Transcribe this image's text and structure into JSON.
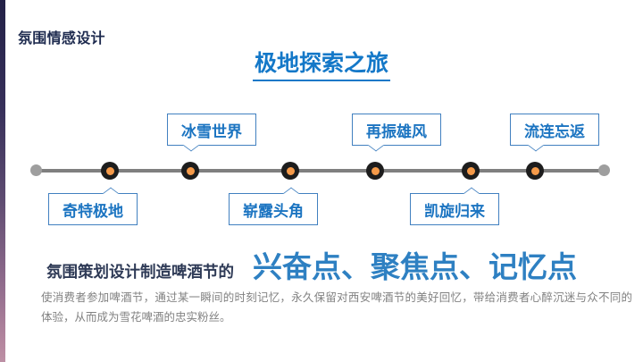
{
  "slide": {
    "header": "氛围情感设计",
    "title": "极地探索之旅"
  },
  "timeline": {
    "stages": [
      {
        "label": "奇特极地",
        "position": "below"
      },
      {
        "label": "冰雪世界",
        "position": "above"
      },
      {
        "label": "崭露头角",
        "position": "below"
      },
      {
        "label": "再振雄风",
        "position": "above"
      },
      {
        "label": "凯旋归来",
        "position": "below"
      },
      {
        "label": "流连忘返",
        "position": "above"
      }
    ]
  },
  "bottom": {
    "lead": "氛围策划设计制造啤酒节的",
    "headline": "兴奋点、聚焦点、记忆点",
    "paragraph": "使消费者参加啤酒节，通过某一瞬间的时刻记忆，永久保留对西安啤酒节的美好回忆，带给消费者心醉沉迷与众不同的体验，从而成为雪花啤酒的忠实粉丝。"
  },
  "colors": {
    "title_blue": "#1478c8",
    "headline_blue": "#2e80c2",
    "callout_border_blue": "#4180c0",
    "callout_text_blue": "#1b74c1",
    "node_orange": "#f59a49",
    "node_ring_black": "#1d1d1d",
    "line_gray": "#7f7f7f",
    "endpoint_gray": "#9e9e9e",
    "header_navy": "#1e2b4f",
    "paragraph_gray": "#828282",
    "accent_bar_top": "#232147",
    "accent_bar_bottom": "#bd90a5"
  }
}
